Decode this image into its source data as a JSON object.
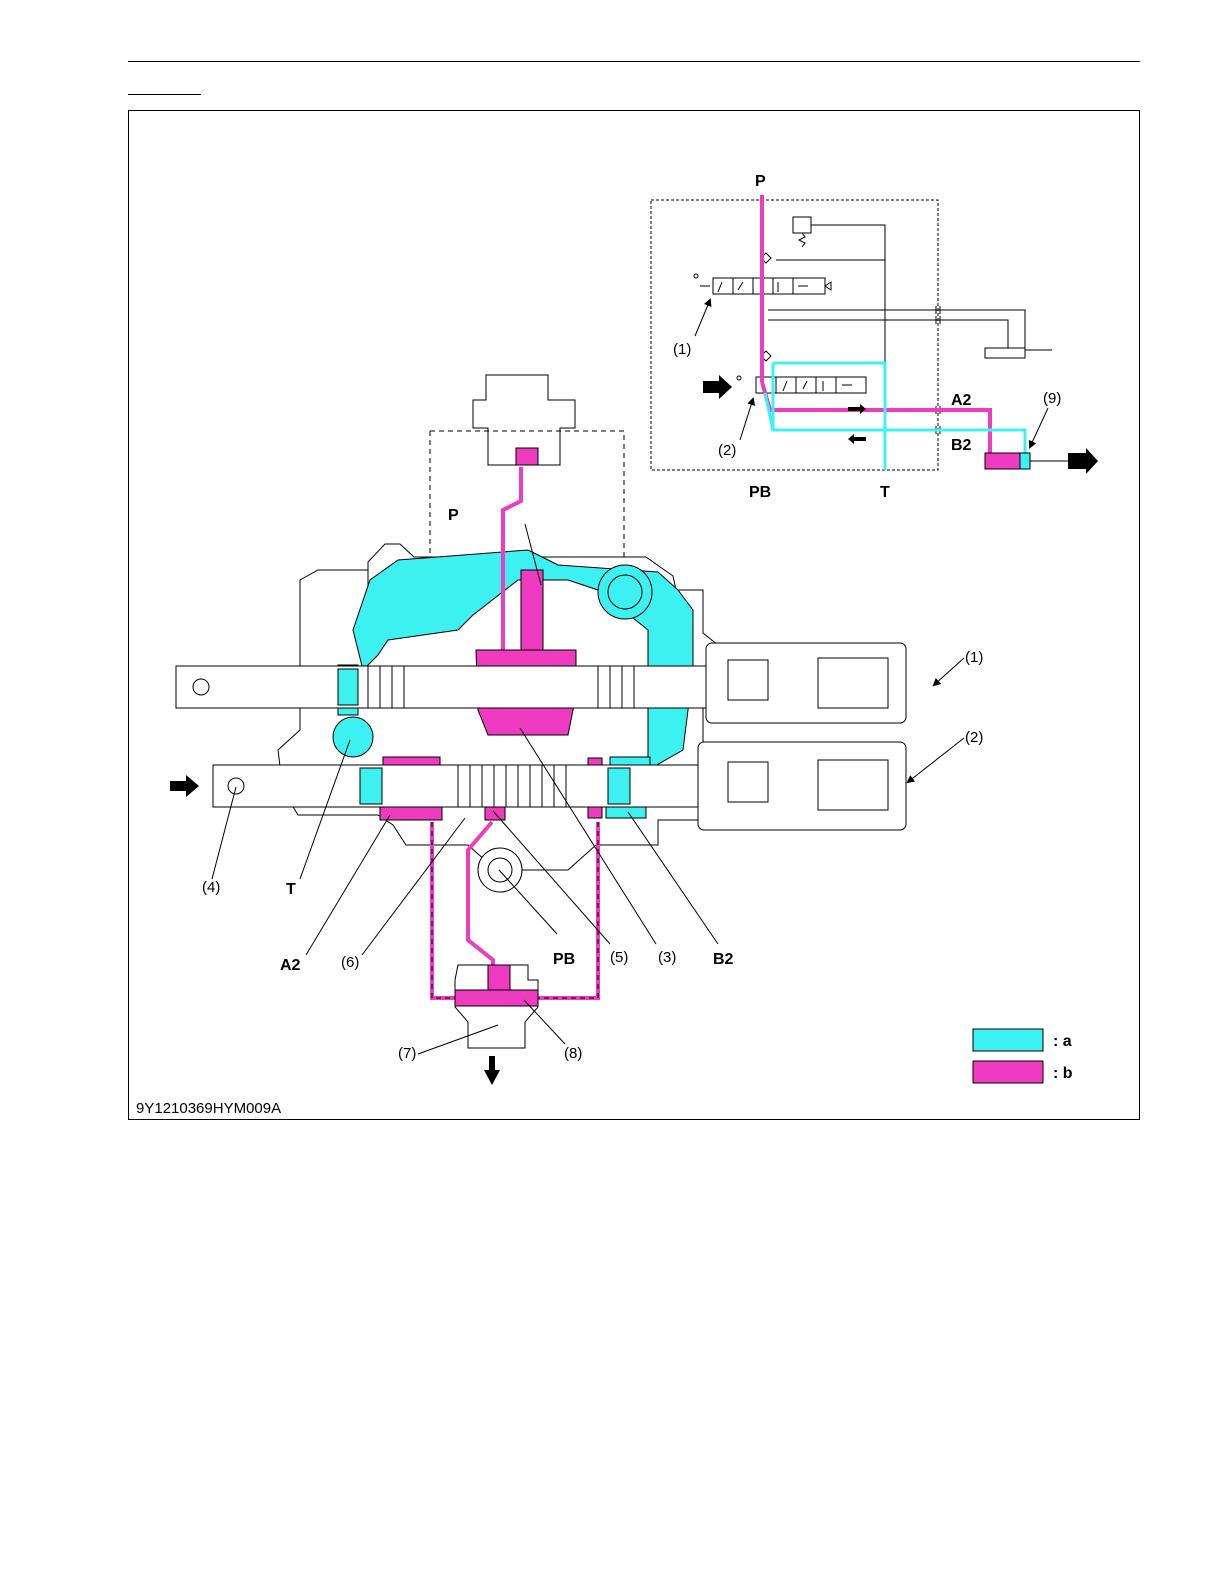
{
  "figure_code": "9Y1210369HYM009A",
  "colors": {
    "a": "#3ef1f1",
    "b": "#ee3bbf",
    "line": "#000000"
  },
  "legend": [
    {
      "key": "a",
      "text": ": a"
    },
    {
      "key": "b",
      "text": ": b"
    }
  ],
  "schematic_labels": {
    "p": "P",
    "pb": "PB",
    "t": "T",
    "a2": "A2",
    "b2": "B2",
    "n1": "(1)",
    "n2": "(2)",
    "n9": "(9)"
  },
  "body_labels": {
    "p": "P",
    "t": "T",
    "a2": "A2",
    "b2": "B2",
    "pb": "PB",
    "n1": "(1)",
    "n2": "(2)",
    "n3": "(3)",
    "n4": "(4)",
    "n5": "(5)",
    "n6": "(6)",
    "n7": "(7)",
    "n8": "(8)"
  }
}
